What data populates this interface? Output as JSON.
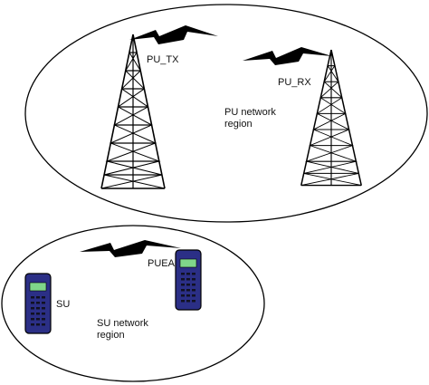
{
  "pu_network": {
    "tx_label": "PU_TX",
    "rx_label": "PU_RX",
    "region_label_line1": "PU network",
    "region_label_line2": "region"
  },
  "su_network": {
    "puea_label": "PUEA",
    "su_label": "SU",
    "region_label_line1": "SU network",
    "region_label_line2": "region"
  },
  "colors": {
    "stroke": "#000000",
    "phone_body": "#2b2f86",
    "phone_screen": "#7fd68a",
    "phone_keys": "#111122"
  },
  "icons": [
    "tower-icon",
    "lightning-link-icon",
    "mobile-phone-icon"
  ]
}
